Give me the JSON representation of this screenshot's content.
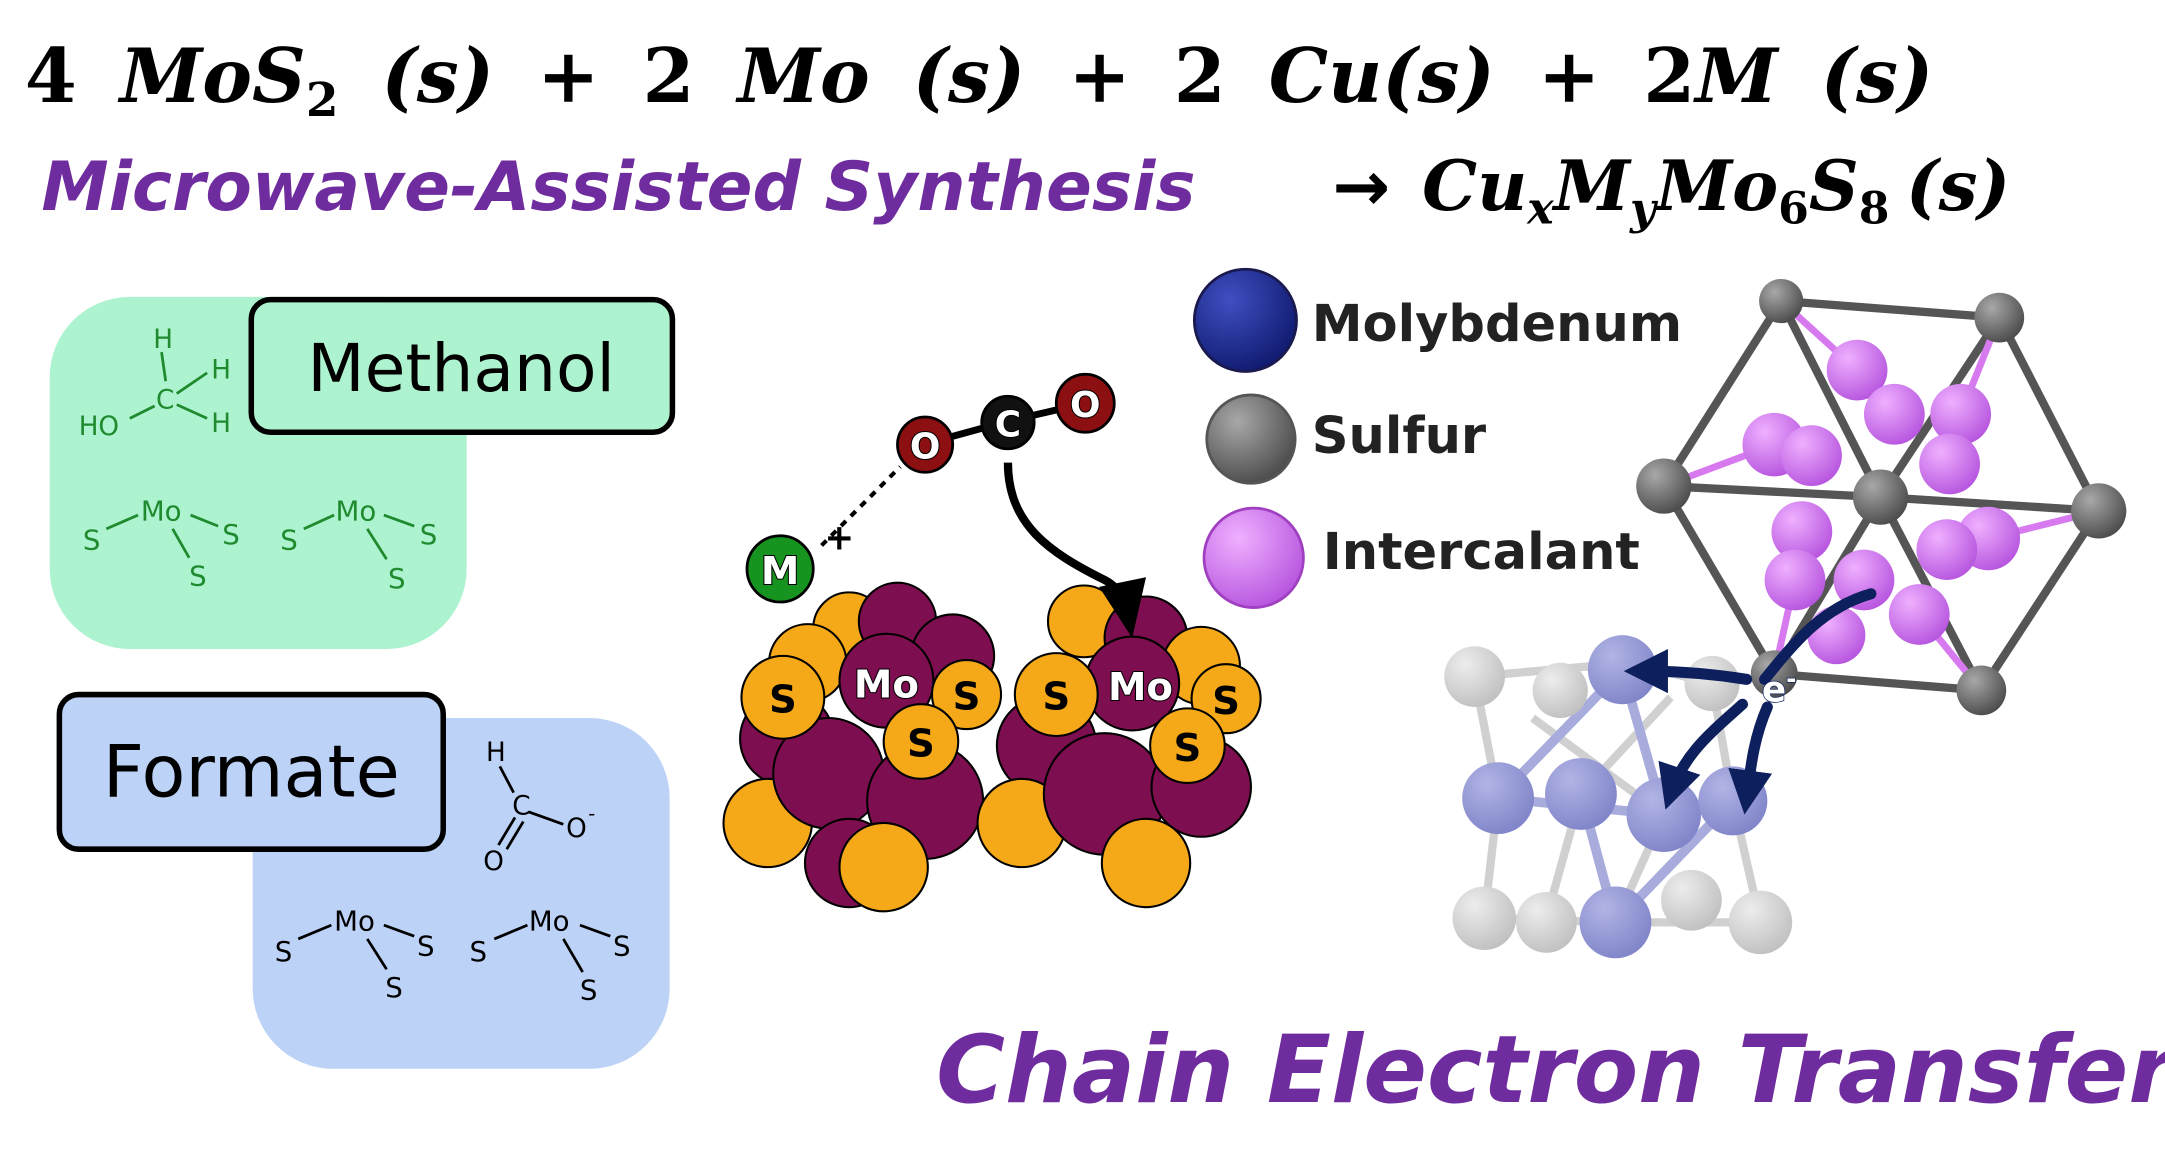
{
  "equation": {
    "reactants": {
      "c1": "4",
      "t1": "MoS",
      "s1": "2",
      "p1": "(s)",
      "plus1": "+",
      "c2": "2",
      "t2": "Mo",
      "p2": "(s)",
      "plus2": "+",
      "c3": "2",
      "t3": "Cu",
      "p3": "(s)",
      "plus3": "+",
      "c4": "2",
      "t4": "M",
      "p4": "(s)"
    },
    "method": "Microwave-Assisted Synthesis",
    "arrow": "→",
    "product": {
      "a": "Cu",
      "as": "x",
      "b": "M",
      "bs": "y",
      "c": "Mo",
      "cs": "6",
      "d": "S",
      "ds": "8",
      "p": "(s)"
    }
  },
  "methanol_panel": {
    "label": "Methanol",
    "molecule": {
      "H1": "H",
      "H2": "H",
      "H3": "H",
      "C": "C",
      "HO": "HO"
    },
    "mos_a": {
      "Mo": "Mo",
      "S1": "S",
      "S2": "S",
      "S3": "S"
    },
    "mos_b": {
      "Mo": "Mo",
      "S1": "S",
      "S2": "S",
      "S3": "S"
    },
    "bg_color": "#aef3cf"
  },
  "formate_panel": {
    "label": "Formate",
    "molecule": {
      "H": "H",
      "C": "C",
      "O1": "O",
      "O2": "O",
      "minus": "-"
    },
    "mos_a": {
      "Mo": "Mo",
      "S1": "S",
      "S2": "S",
      "S3": "S"
    },
    "mos_b": {
      "Mo": "Mo",
      "S1": "S",
      "S2": "S",
      "S3": "S"
    },
    "bg_color": "#bcd2f7"
  },
  "catalyst": {
    "co2": {
      "O1": "O",
      "C": "C",
      "O2": "O"
    },
    "cation": {
      "M": "M",
      "charge": "+"
    },
    "cluster_a": {
      "S1": "S",
      "Mo": "Mo",
      "S2": "S",
      "S3": "S"
    },
    "cluster_b": {
      "S1": "S",
      "Mo": "Mo",
      "S2": "S",
      "S3": "S"
    },
    "mo_color": "#7d0e4f",
    "s_color": "#f5a818"
  },
  "legend": {
    "items": [
      {
        "label": "Molybdenum",
        "color": "#1c2a8a"
      },
      {
        "label": "Sulfur",
        "color": "#777777"
      },
      {
        "label": "Intercalant",
        "color": "#d77af0"
      }
    ]
  },
  "structure": {
    "electron": "e",
    "electron_sup": "-"
  },
  "footer_title": "Chain Electron Transfer",
  "colors": {
    "title_purple": "#6f2c9e",
    "arrow_navy": "#0d1f5c"
  }
}
